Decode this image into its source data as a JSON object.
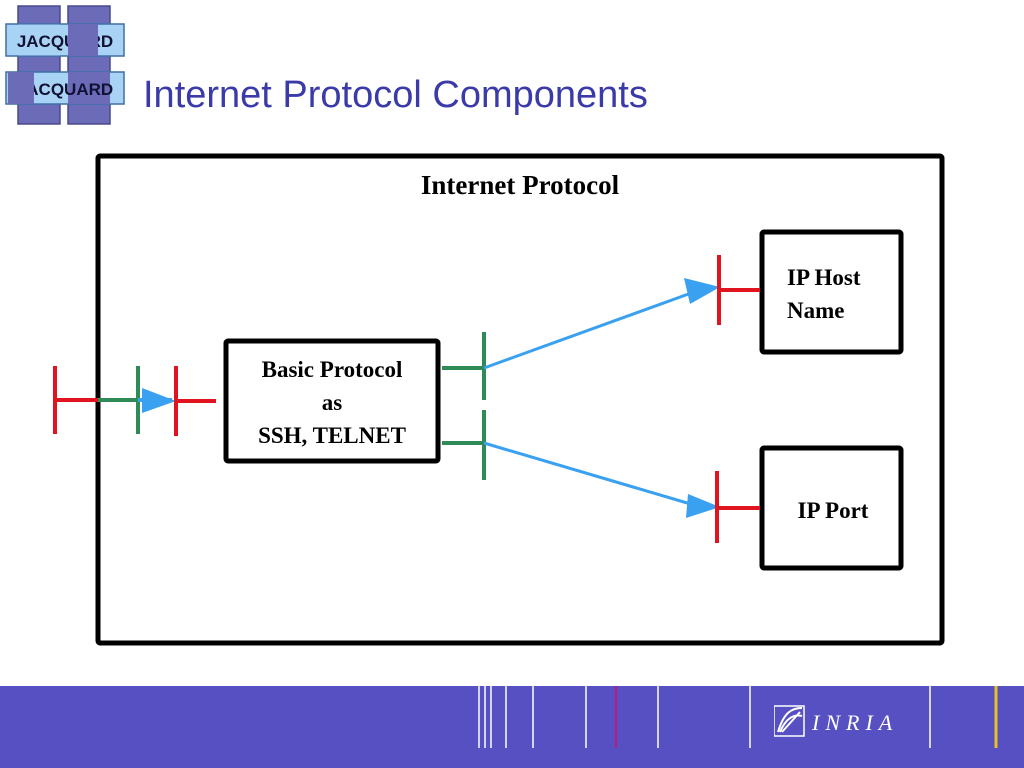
{
  "slide": {
    "title": "Internet Protocol Components"
  },
  "logo": {
    "top_text": "JACQUARD",
    "bottom_text": "JACQUARD"
  },
  "diagram": {
    "outer_box_label": "Internet Protocol",
    "basic_box": {
      "line1": "Basic Protocol",
      "line2": "as",
      "line3": "SSH, TELNET"
    },
    "host_box": {
      "line1": "IP Host",
      "line2": "Name"
    },
    "port_box": {
      "line1": "IP Port"
    }
  },
  "footer": {
    "brand": "INRIA"
  },
  "colors": {
    "title": "#3b3aa9",
    "red_port": "#e0141e",
    "green_port": "#2e8b57",
    "arrow_blue": "#3aa0f0",
    "footer_bg": "#5750c2"
  }
}
